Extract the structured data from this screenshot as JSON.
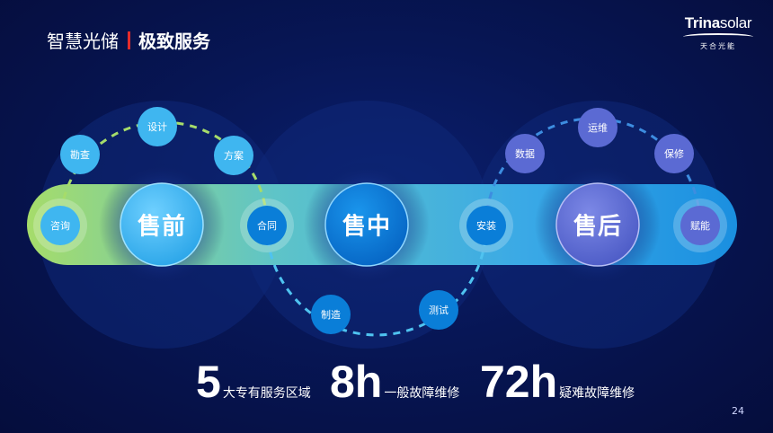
{
  "header": {
    "title": "智慧光储",
    "subtitle": "极致服务"
  },
  "logo": {
    "brand_bold": "Trina",
    "brand_light": "solar",
    "cn": "天合光能"
  },
  "stages": {
    "pre": "售前",
    "mid": "售中",
    "post": "售后"
  },
  "nodes": {
    "zixun": "咨询",
    "kancha": "勘查",
    "sheji": "设计",
    "fangan": "方案",
    "hetong": "合同",
    "zhizao": "制造",
    "ceshi": "测试",
    "anzhuang": "安装",
    "shuju": "数据",
    "yunwei": "运维",
    "baoxiu": "保修",
    "funeng": "赋能"
  },
  "stats": [
    {
      "value": "5",
      "label": "大专有服务区域"
    },
    {
      "value": "8h",
      "label": "一般故障维修"
    },
    {
      "value": "72h",
      "label": "疑难故障维修"
    }
  ],
  "page_number": "24",
  "colors": {
    "accent_red": "#e32b2b",
    "band_start": "#a6dc6a",
    "band_end": "#1a8fe0",
    "pre": "#3fb6f0",
    "mid": "#0a7ed8",
    "post": "#5b6ad3"
  }
}
